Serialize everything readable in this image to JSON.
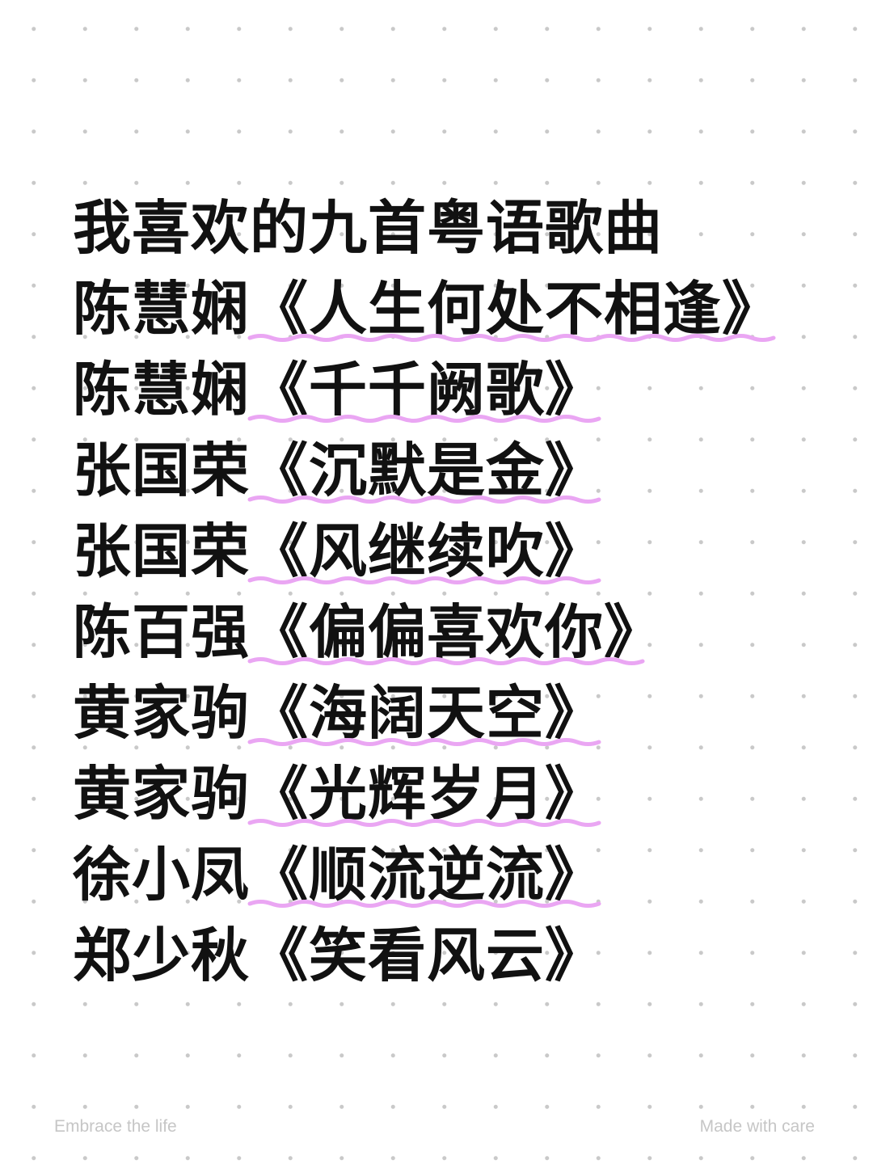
{
  "title": "我喜欢的九首粤语歌曲",
  "songs": [
    {
      "artist": "陈慧娴",
      "song": "《人生何处不相逢》",
      "underline": true
    },
    {
      "artist": "陈慧娴",
      "song": "《千千阙歌》",
      "underline": true
    },
    {
      "artist": "张国荣",
      "song": "《沉默是金》",
      "underline": true
    },
    {
      "artist": "张国荣",
      "song": "《风继续吹》",
      "underline": true
    },
    {
      "artist": "陈百强",
      "song": "《偏偏喜欢你》",
      "underline": true
    },
    {
      "artist": "黄家驹",
      "song": "《海阔天空》",
      "underline": true
    },
    {
      "artist": "黄家驹",
      "song": "《光辉岁月》",
      "underline": true
    },
    {
      "artist": "徐小凤",
      "song": "《顺流逆流》",
      "underline": true
    },
    {
      "artist": "郑少秋",
      "song": "《笑看风云》",
      "underline": false
    }
  ],
  "footer": {
    "left": "Embrace the life",
    "right": "Made with care"
  },
  "colors": {
    "text": "#111111",
    "underline": "#eaa6f3",
    "dots": "#c9c9c9",
    "footer": "#c6c6c6"
  }
}
